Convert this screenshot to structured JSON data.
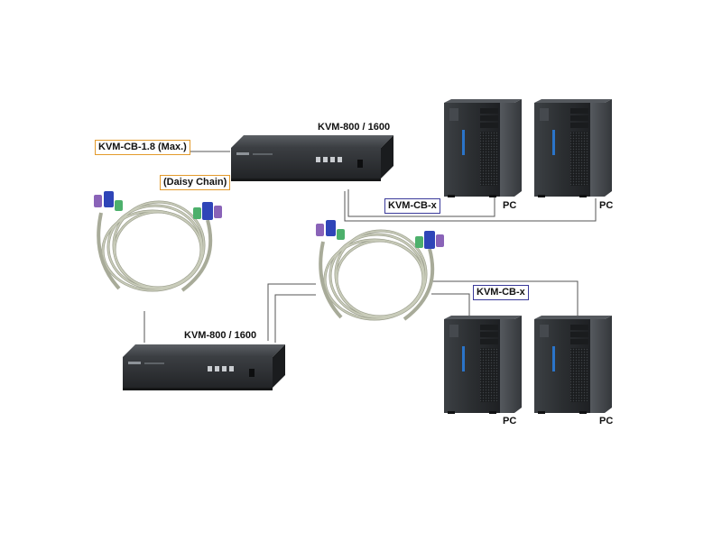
{
  "labels": {
    "kvm_top": "KVM-800 / 1600",
    "kvm_bottom": "KVM-800 / 1600",
    "cable_daisy": "KVM-CB-1.8 (Max.)",
    "daisy_chain": "(Daisy Chain)",
    "cable_top": "KVM-CB-x",
    "cable_bottom": "KVM-CB-x",
    "pc1": "PC",
    "pc2": "PC",
    "pc3": "PC",
    "pc4": "PC"
  },
  "colors": {
    "line": "#555555",
    "label_box_orange": "#e39a2b",
    "label_box_blue": "#3a3a9a",
    "device_body": "#2f3236",
    "tower_body": "#26292c",
    "tower_led": "#2a74c9",
    "cable": "#b9bcaa",
    "ps2_purple": "#8a63b8",
    "ps2_green": "#4db06c",
    "vga_blue": "#2f45b8"
  },
  "icons": [
    "kvm-switch-icon",
    "kvm-cable-icon",
    "pc-tower-icon"
  ]
}
